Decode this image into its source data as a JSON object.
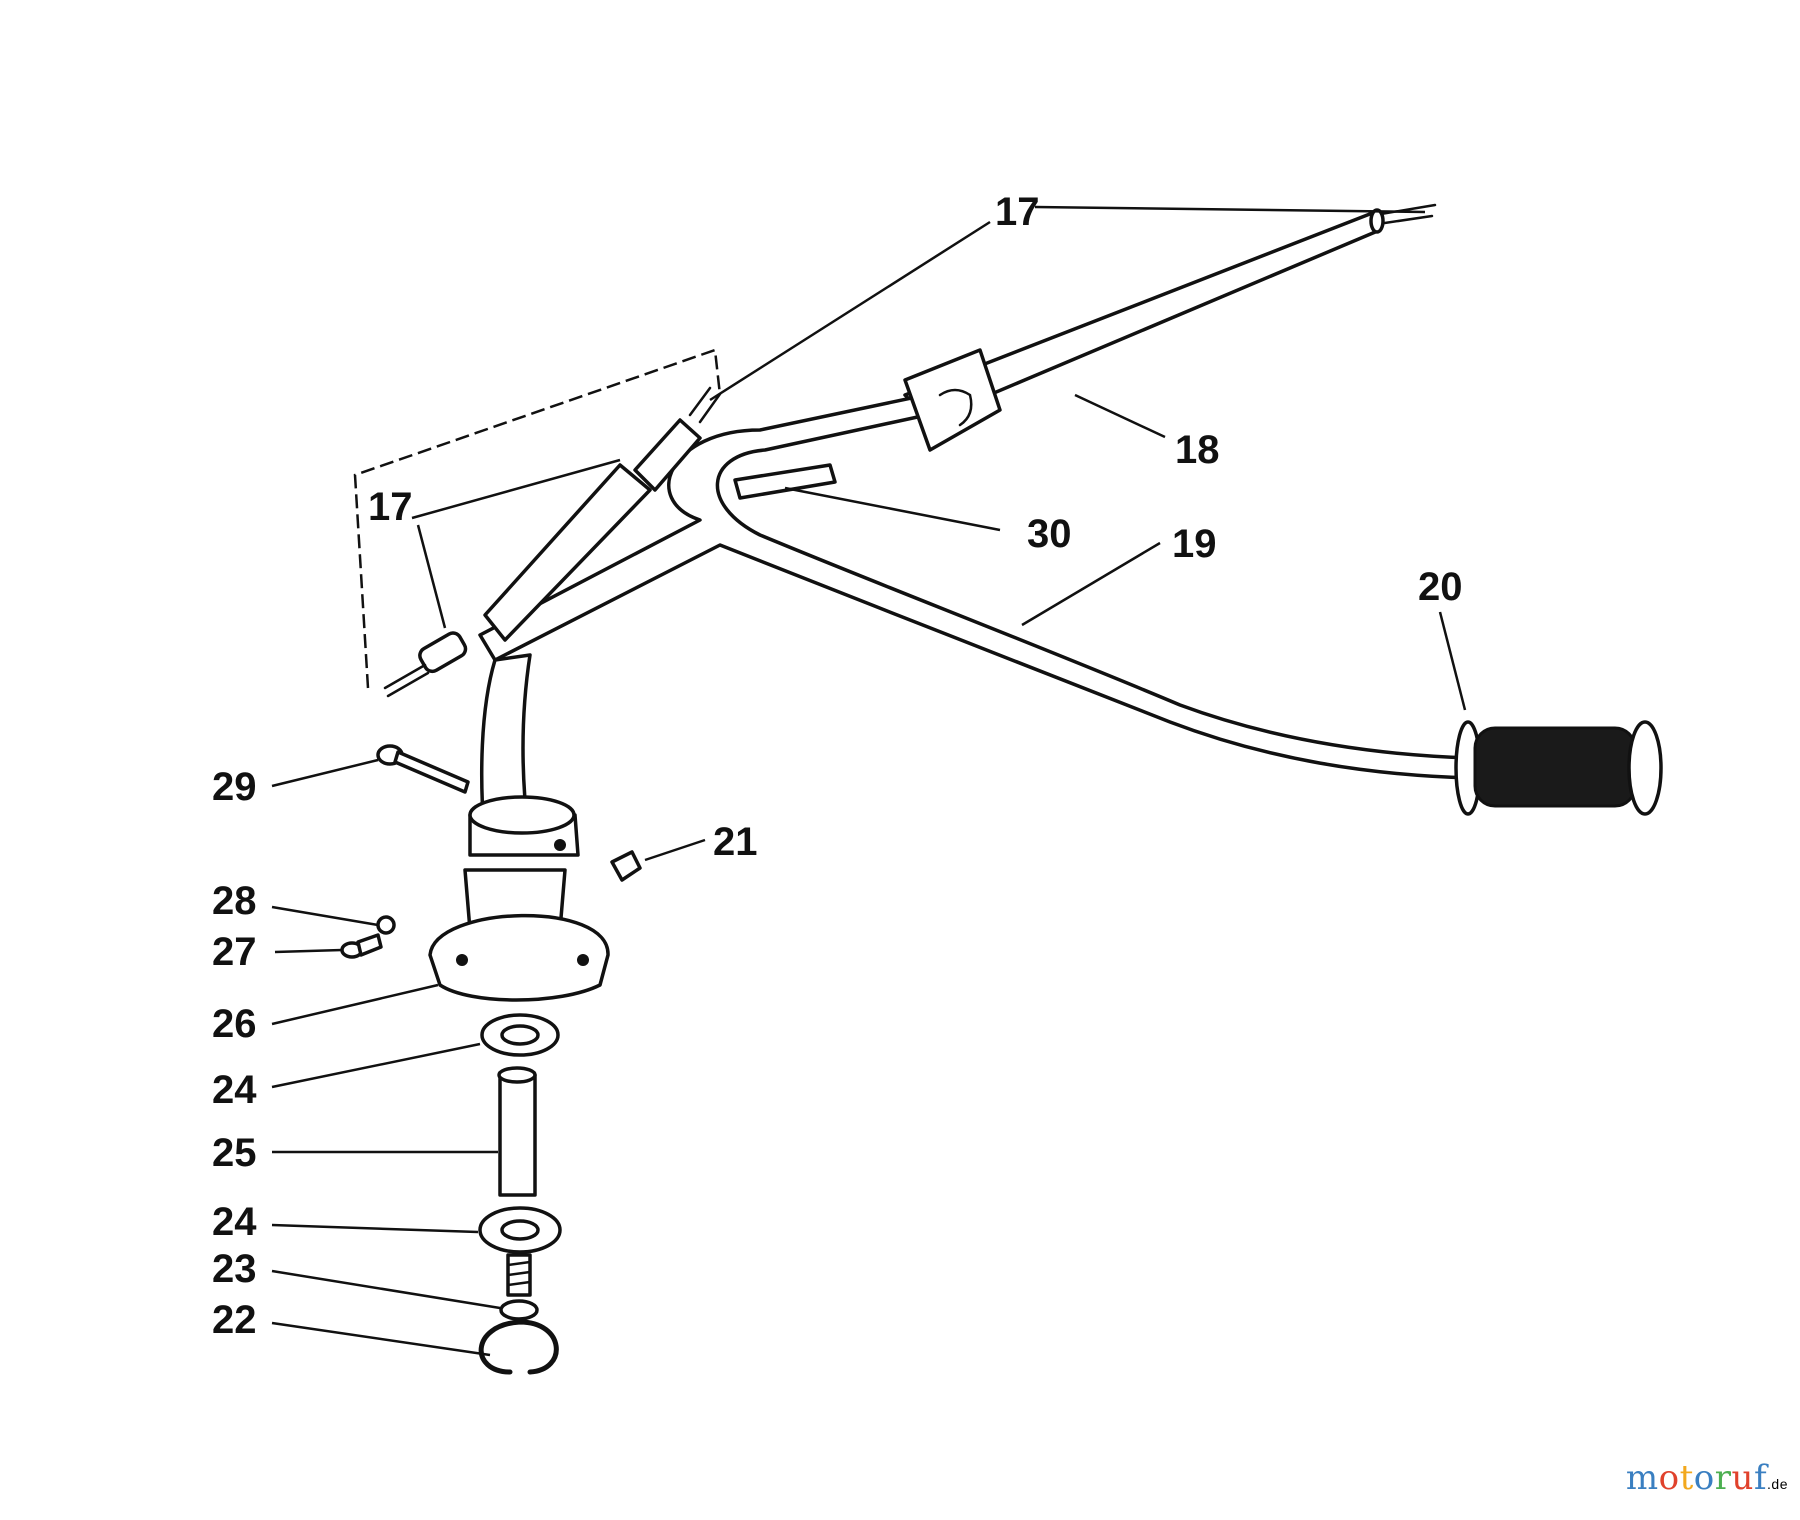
{
  "callouts": {
    "c17_top": "17",
    "c17_left": "17",
    "c18": "18",
    "c19": "19",
    "c20": "20",
    "c21": "21",
    "c22": "22",
    "c23": "23",
    "c24_upper": "24",
    "c24_lower": "24",
    "c25": "25",
    "c26": "26",
    "c27": "27",
    "c28": "28",
    "c29": "29",
    "c30": "30"
  },
  "watermark": {
    "letters": [
      "m",
      "o",
      "t",
      "o",
      "r",
      "u",
      "f"
    ],
    "suffix": ".de",
    "colors": [
      "#3a7fc1",
      "#e0422c",
      "#f2a81d",
      "#3a7fc1",
      "#4caf50",
      "#e0422c",
      "#3a7fc1"
    ]
  }
}
